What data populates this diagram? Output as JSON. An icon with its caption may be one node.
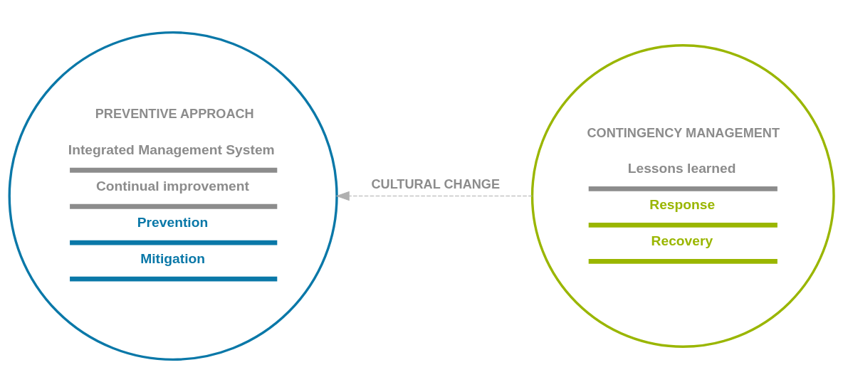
{
  "diagram": {
    "nodes": [
      {
        "text": [
          "PREVENTIVE APPROACH",
          "Integrated Management System",
          "Continual improvement",
          "Prevention",
          "Mitigation"
        ]
      },
      {
        "text": [
          "CONTINGENCY MANAGEMENT",
          "Lessons learned",
          "Response",
          "Recovery"
        ]
      }
    ],
    "edges": [
      {
        "from": 1,
        "to": 0,
        "arrow": "to",
        "label": "CULTURAL CHANGE",
        "style": "dashed"
      }
    ]
  }
}
